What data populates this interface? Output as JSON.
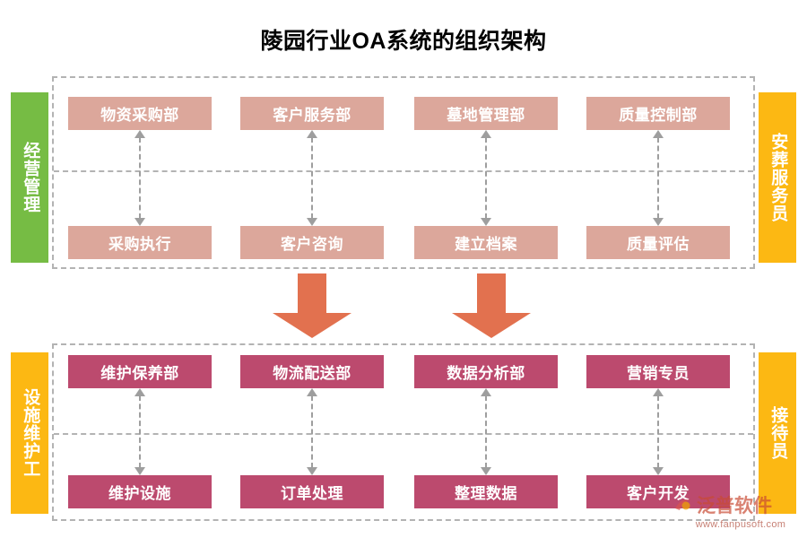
{
  "title": "陵园行业OA系统的组织架构",
  "sides": {
    "left_top": "经营管理",
    "right_top": "安葬服务员",
    "left_bottom": "设施维护工",
    "right_bottom": "接待员"
  },
  "colors": {
    "salmon": "#dca79b",
    "maroon": "#bc4a6e",
    "green": "#76bc44",
    "gold": "#fcb813",
    "arrow_orange": "#e2714f",
    "dashed_gray": "#b3b3b3",
    "connector_gray": "#9e9e9e",
    "title_text": "#000000"
  },
  "groups": {
    "top": {
      "row_upper": [
        "物资采购部",
        "客户服务部",
        "墓地管理部",
        "质量控制部"
      ],
      "row_lower": [
        "采购执行",
        "客户咨询",
        "建立档案",
        "质量评估"
      ]
    },
    "bottom": {
      "row_upper": [
        "维护保养部",
        "物流配送部",
        "数据分析部",
        "营销专员"
      ],
      "row_lower": [
        "维护设施",
        "订单处理",
        "整理数据",
        "客户开发"
      ]
    }
  },
  "watermark": {
    "brand": "泛普软件",
    "url": "www.fanpusoft.com"
  }
}
